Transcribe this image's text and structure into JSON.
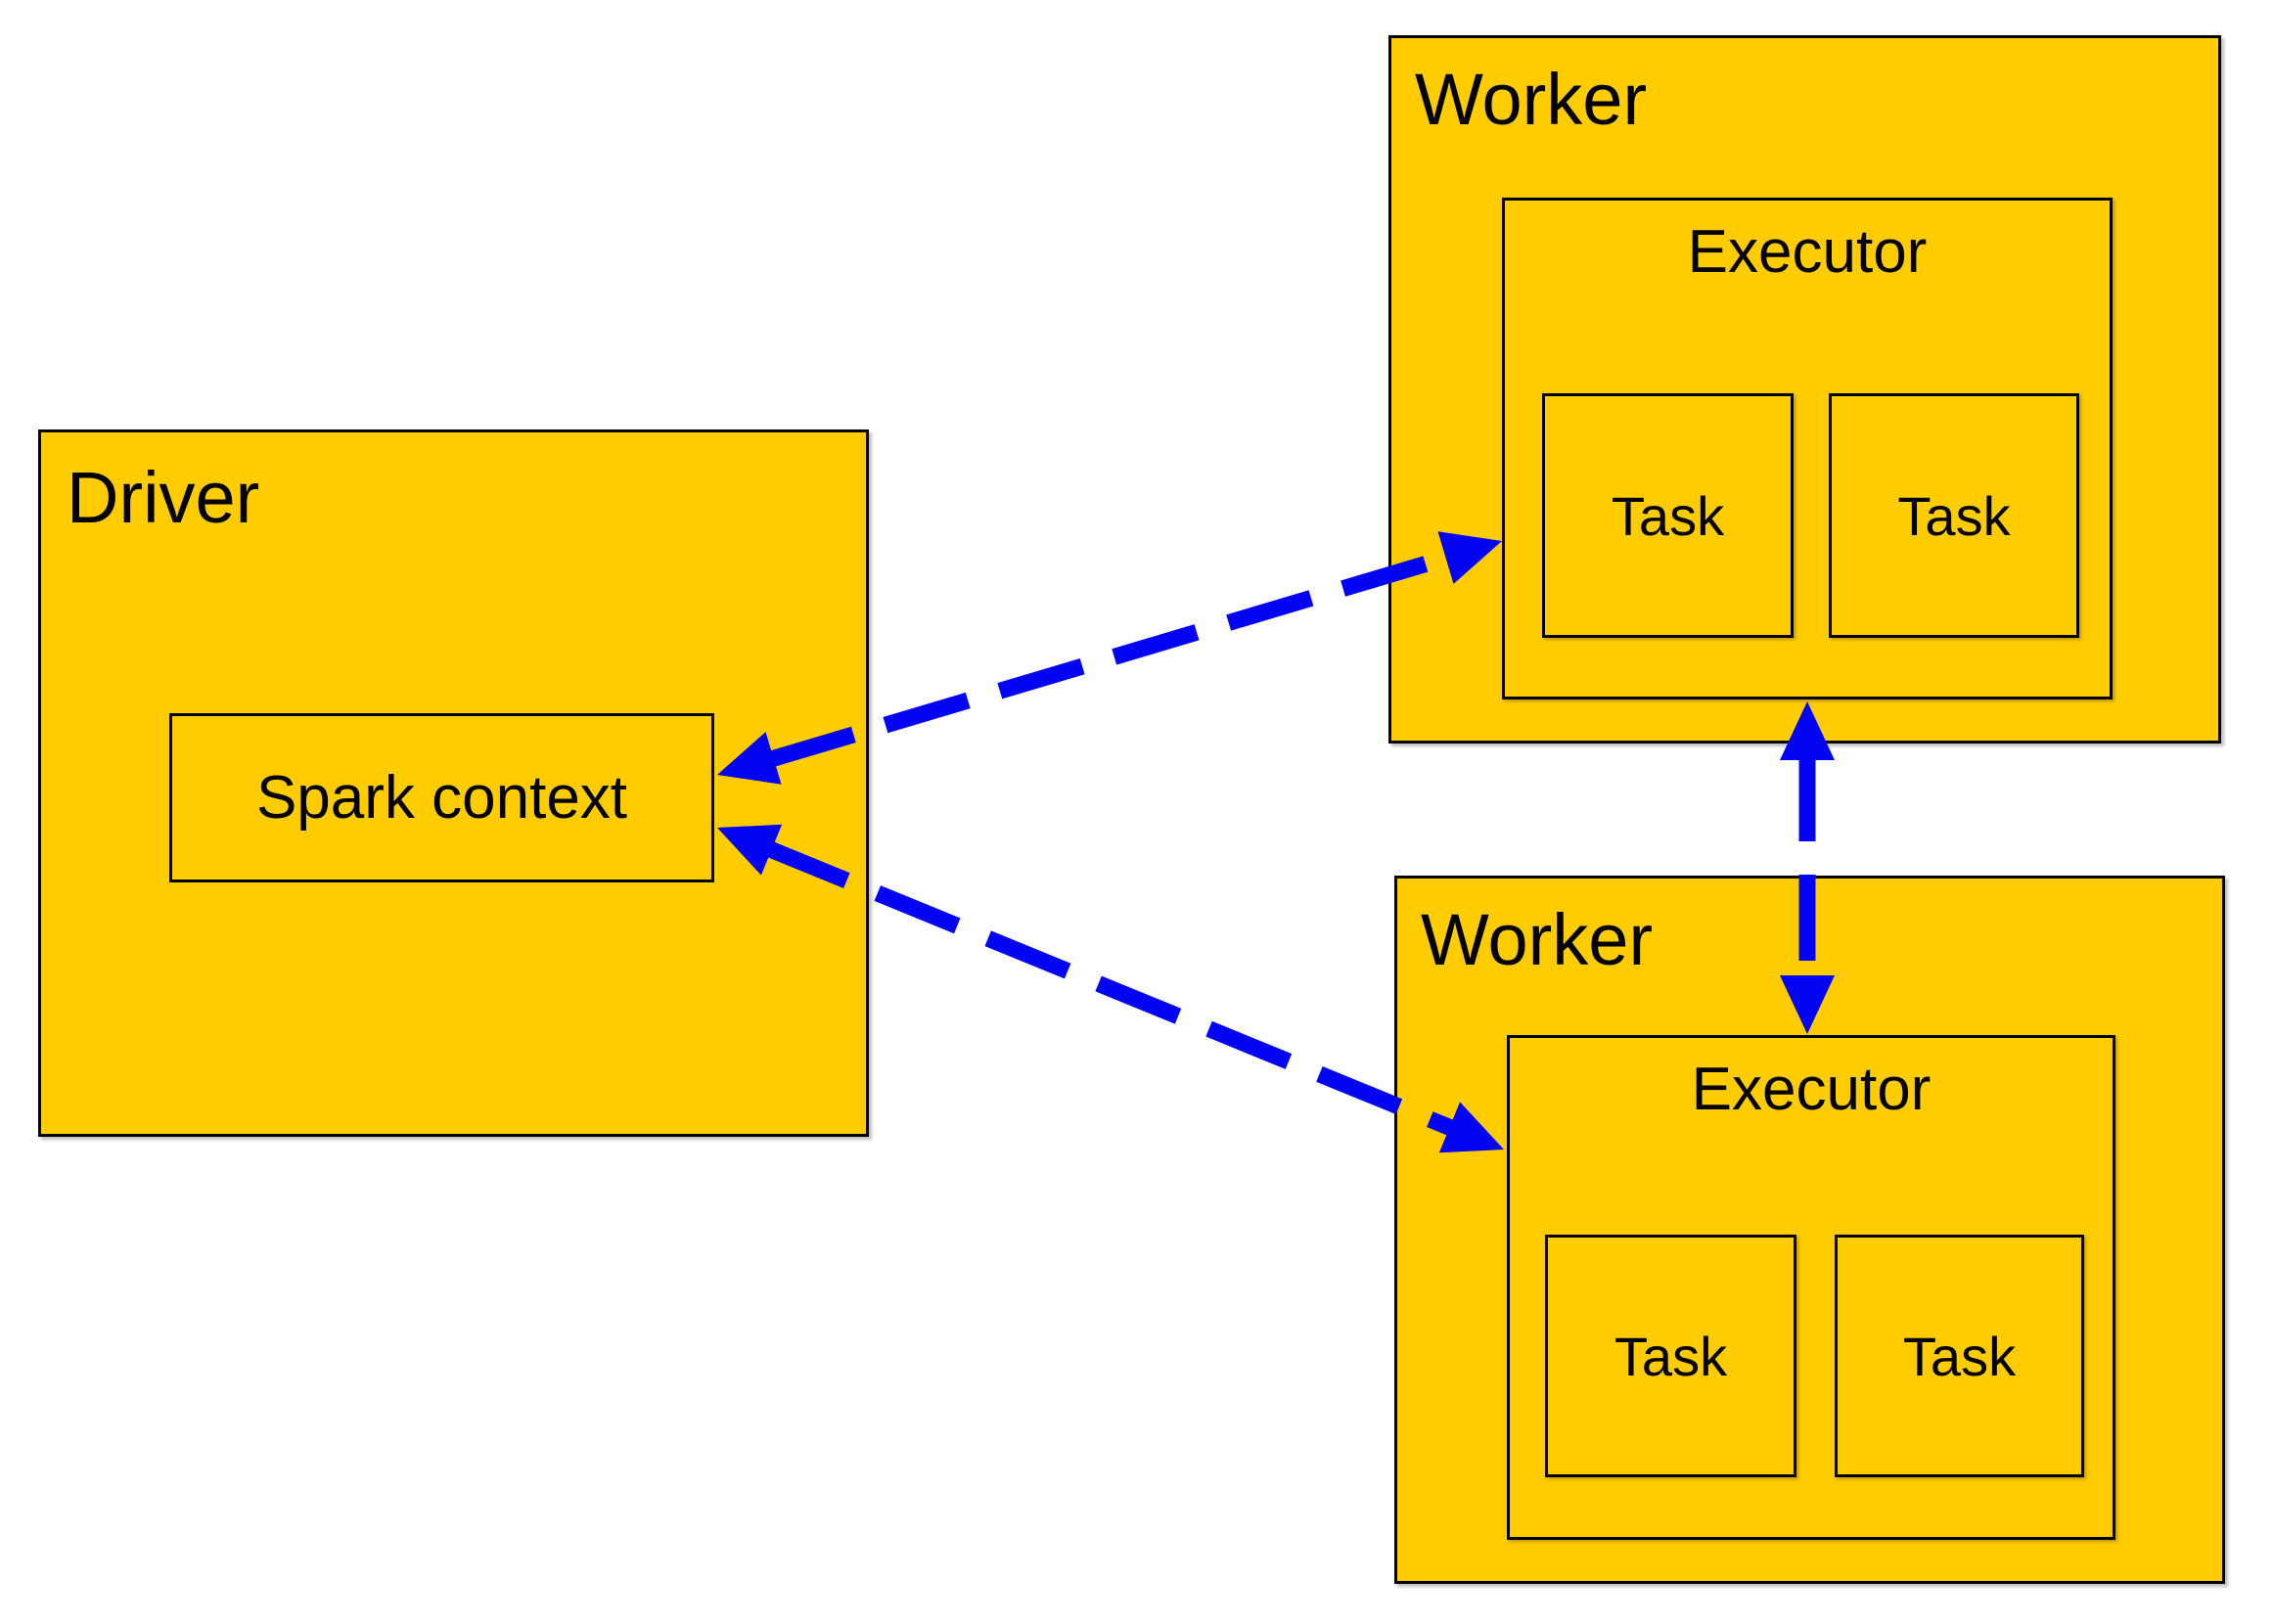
{
  "diagram": {
    "driver": {
      "label": "Driver",
      "spark_context": {
        "label": "Spark context"
      }
    },
    "workers": [
      {
        "label": "Worker",
        "executor": {
          "label": "Executor",
          "tasks": [
            "Task",
            "Task"
          ]
        }
      },
      {
        "label": "Worker",
        "executor": {
          "label": "Executor",
          "tasks": [
            "Task",
            "Task"
          ]
        }
      }
    ],
    "arrows": [
      {
        "from": "spark-context",
        "to": "worker-1-executor",
        "style": "dashed",
        "direction": "both"
      },
      {
        "from": "spark-context",
        "to": "worker-2-executor",
        "style": "dashed",
        "direction": "both"
      },
      {
        "from": "worker-1-executor",
        "to": "worker-2-executor",
        "style": "dashed",
        "direction": "both"
      }
    ]
  },
  "colors": {
    "background": "#FFFFFF",
    "node_fill": "#FFCC00",
    "node_border": "#000000",
    "arrow": "#0303F3",
    "text": "#000000"
  }
}
